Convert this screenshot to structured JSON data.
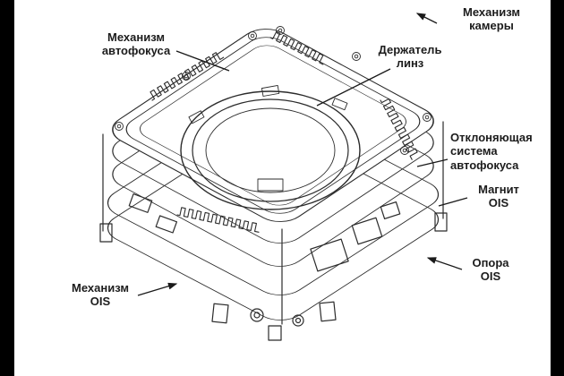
{
  "colors": {
    "background": "#000000",
    "paper": "#ffffff",
    "drawing_line": "#2b2b2b",
    "label_text": "#1c1c1c"
  },
  "labels": {
    "camera_mechanism": "Механизм\nкамеры",
    "autofocus_mechanism": "Механизм\nавтофокуса",
    "lens_holder": "Держатель\nлинз",
    "af_deflection_system": "Отклоняющая\nсистема\nавтофокуса",
    "ois_magnet": "Магнит\nOIS",
    "ois_support": "Опора\nOIS",
    "ois_mechanism": "Механизм\nOIS"
  }
}
